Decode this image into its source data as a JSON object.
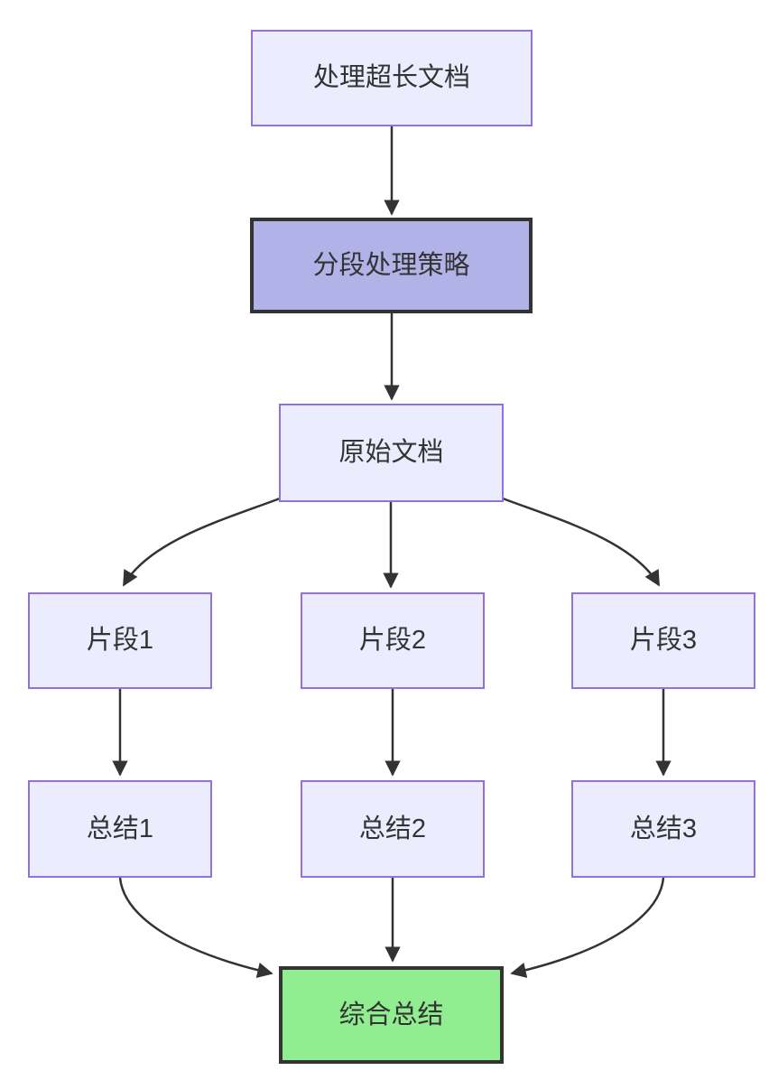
{
  "diagram": {
    "type": "flowchart",
    "direction": "top-down",
    "nodes": {
      "A": {
        "label": "处理超长文档",
        "style": "default"
      },
      "B": {
        "label": "分段处理策略",
        "style": "highlight"
      },
      "C": {
        "label": "原始文档",
        "style": "default"
      },
      "D1": {
        "label": "片段1",
        "style": "default"
      },
      "D2": {
        "label": "片段2",
        "style": "default"
      },
      "D3": {
        "label": "片段3",
        "style": "default"
      },
      "E1": {
        "label": "总结1",
        "style": "default"
      },
      "E2": {
        "label": "总结2",
        "style": "default"
      },
      "E3": {
        "label": "总结3",
        "style": "default"
      },
      "F": {
        "label": "综合总结",
        "style": "result"
      }
    },
    "edges": [
      {
        "from": "A",
        "to": "B"
      },
      {
        "from": "B",
        "to": "C"
      },
      {
        "from": "C",
        "to": "D1"
      },
      {
        "from": "C",
        "to": "D2"
      },
      {
        "from": "C",
        "to": "D3"
      },
      {
        "from": "D1",
        "to": "E1"
      },
      {
        "from": "D2",
        "to": "E2"
      },
      {
        "from": "D3",
        "to": "E3"
      },
      {
        "from": "E1",
        "to": "F"
      },
      {
        "from": "E2",
        "to": "F"
      },
      {
        "from": "E3",
        "to": "F"
      }
    ],
    "colors": {
      "background": "#FFFFFF",
      "node_fill": "#ECECFF",
      "node_border": "#9370DB",
      "highlight_fill": "#B1B3E8",
      "highlight_border": "#333333",
      "result_fill": "#90EE90",
      "result_border": "#333333",
      "edge": "#333333",
      "text": "#333333"
    }
  }
}
